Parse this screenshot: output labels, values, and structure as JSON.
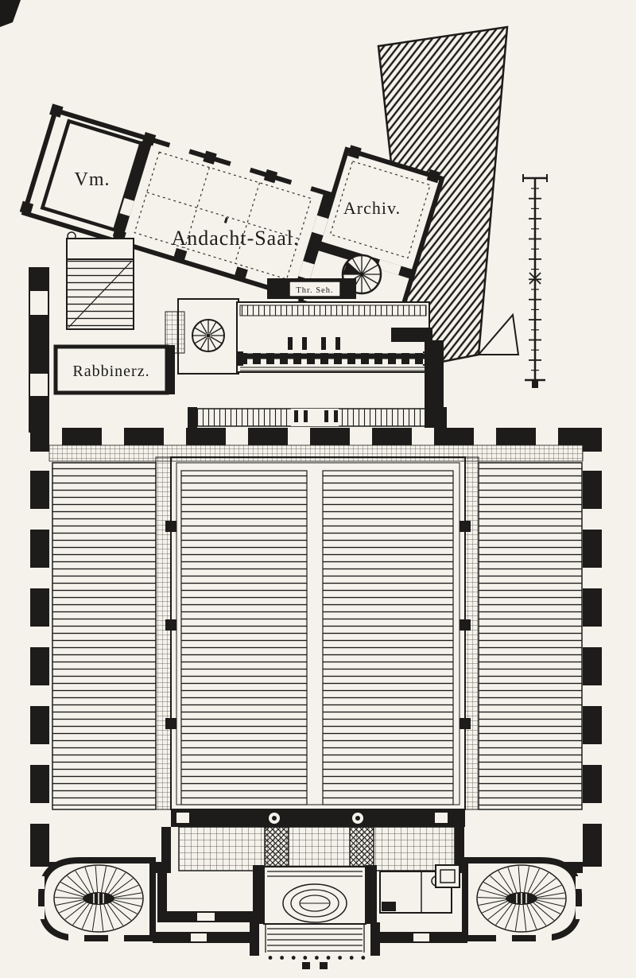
{
  "plan": {
    "rooms": {
      "vm": "Vm.",
      "andacht_saal": "Andacht-Saal.",
      "archiv": "Archiv.",
      "rabbinerz": "Rabbinerz.",
      "thuer": "Thr. Seh."
    },
    "colors": {
      "paper": "#f4f2eb",
      "ink": "#1d1c1a"
    }
  }
}
